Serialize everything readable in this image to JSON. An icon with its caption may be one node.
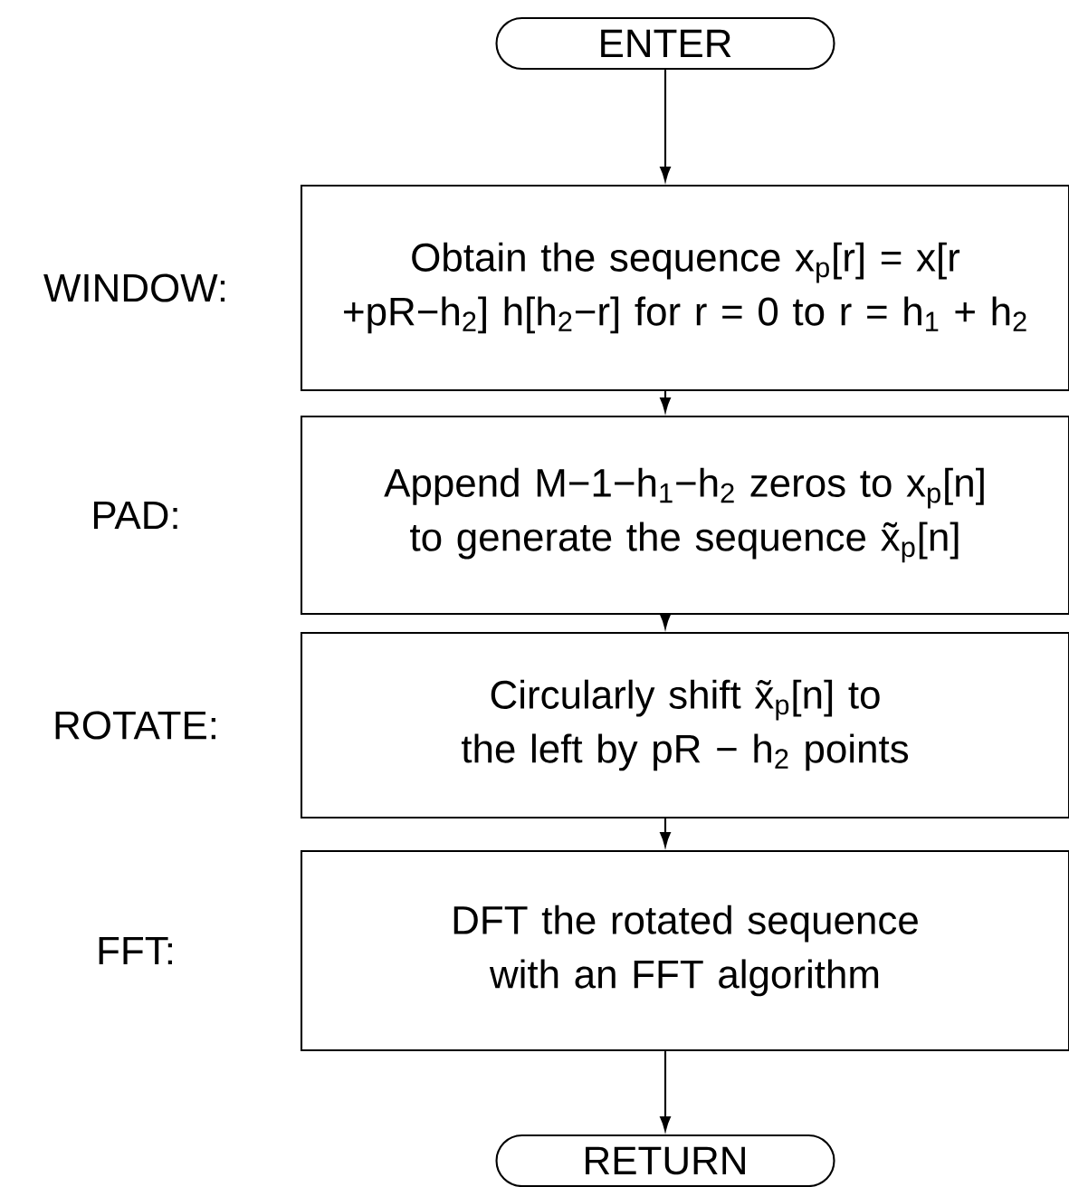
{
  "diagram": {
    "nodes": [
      {
        "text": [
          "ENTER"
        ]
      },
      {
        "text": [
          "Obtain the sequence x$_{p}$[r] = x[r +pR−h$_{2}$] h[h$_{2}$−r] for r = 0 to r = h$_{1}$ + h$_{2}$"
        ],
        "beside": [
          "WINDOW:"
        ]
      },
      {
        "text": [
          "Append M−1−h$_{1}$−h$_{2}$ zeros to x$_{p}$[n] to generate the sequence x̃$_{p}$[n]"
        ],
        "beside": [
          "PAD:"
        ]
      },
      {
        "text": [
          "Circularly shift x̃$_{p}$[n] to the left by pR − h$_{2}$ points"
        ],
        "beside": [
          "ROTATE:"
        ]
      },
      {
        "text": [
          "DFT the rotated sequence with an FFT algorithm"
        ],
        "beside": [
          "FFT:"
        ]
      },
      {
        "text": [
          "RETURN"
        ]
      }
    ],
    "edges": [
      {
        "from": 0,
        "to": 1,
        "arrow": "to"
      },
      {
        "from": 1,
        "to": 2,
        "arrow": "to"
      },
      {
        "from": 2,
        "to": 3,
        "arrow": "to"
      },
      {
        "from": 3,
        "to": 4,
        "arrow": "to"
      },
      {
        "from": 4,
        "to": 5,
        "arrow": "to"
      }
    ]
  }
}
